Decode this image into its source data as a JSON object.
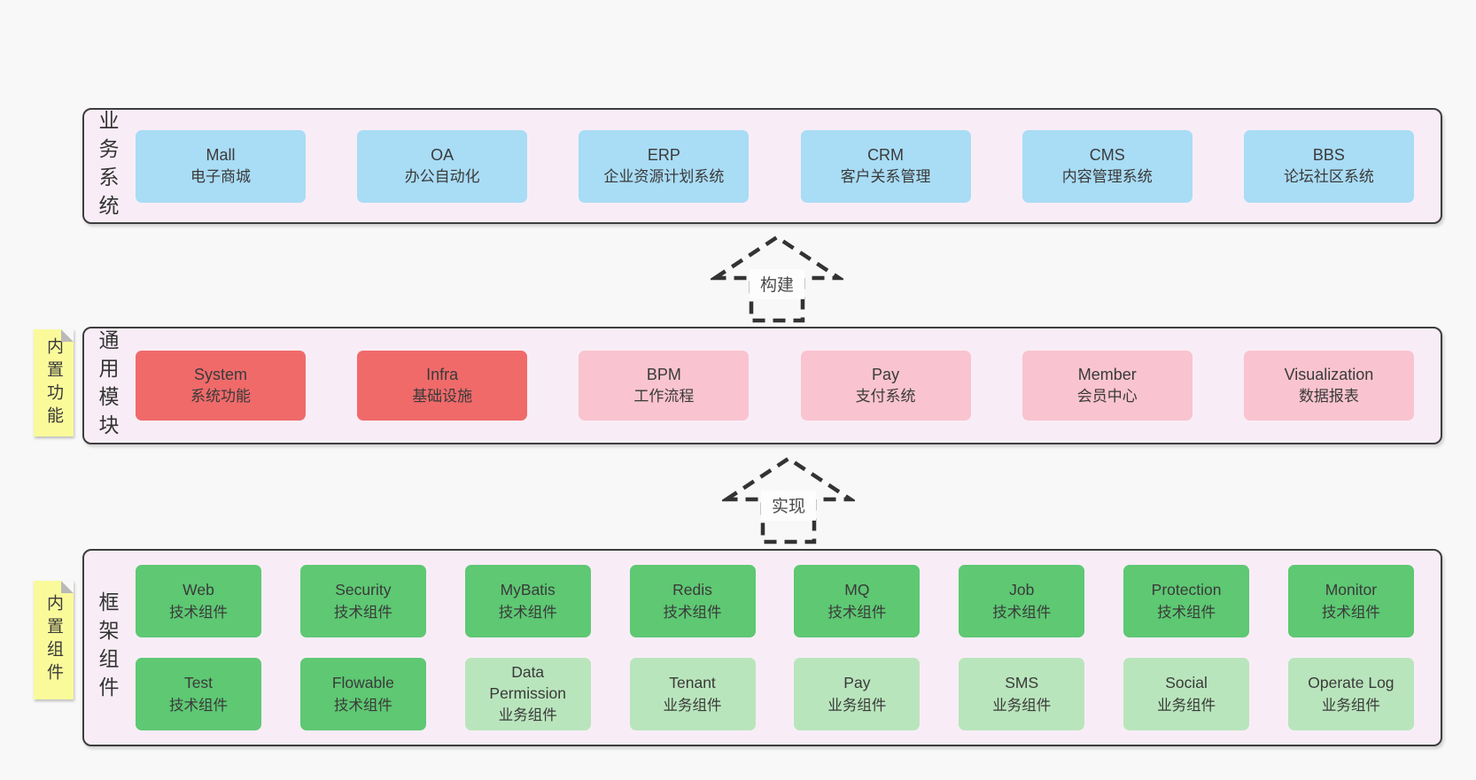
{
  "bands": {
    "business": {
      "label": "业务系统",
      "boxes": [
        {
          "name": "Mall",
          "desc": "电子商城"
        },
        {
          "name": "OA",
          "desc": "办公自动化"
        },
        {
          "name": "ERP",
          "desc": "企业资源计划系统"
        },
        {
          "name": "CRM",
          "desc": "客户关系管理"
        },
        {
          "name": "CMS",
          "desc": "内容管理系统"
        },
        {
          "name": "BBS",
          "desc": "论坛社区系统"
        }
      ]
    },
    "modules": {
      "label": "通用模块",
      "note": "内置功能",
      "boxes": [
        {
          "name": "System",
          "desc": "系统功能"
        },
        {
          "name": "Infra",
          "desc": "基础设施"
        },
        {
          "name": "BPM",
          "desc": "工作流程"
        },
        {
          "name": "Pay",
          "desc": "支付系统"
        },
        {
          "name": "Member",
          "desc": "会员中心"
        },
        {
          "name": "Visualization",
          "desc": "数据报表"
        }
      ]
    },
    "framework": {
      "label": "框架组件",
      "note": "内置组件",
      "row1": [
        {
          "name": "Web",
          "desc": "技术组件"
        },
        {
          "name": "Security",
          "desc": "技术组件"
        },
        {
          "name": "MyBatis",
          "desc": "技术组件"
        },
        {
          "name": "Redis",
          "desc": "技术组件"
        },
        {
          "name": "MQ",
          "desc": "技术组件"
        },
        {
          "name": "Job",
          "desc": "技术组件"
        },
        {
          "name": "Protection",
          "desc": "技术组件"
        },
        {
          "name": "Monitor",
          "desc": "技术组件"
        }
      ],
      "row2": [
        {
          "name": "Test",
          "desc": "技术组件"
        },
        {
          "name": "Flowable",
          "desc": "技术组件"
        },
        {
          "name": "Data Permission",
          "desc": "业务组件"
        },
        {
          "name": "Tenant",
          "desc": "业务组件"
        },
        {
          "name": "Pay",
          "desc": "业务组件"
        },
        {
          "name": "SMS",
          "desc": "业务组件"
        },
        {
          "name": "Social",
          "desc": "业务组件"
        },
        {
          "name": "Operate Log",
          "desc": "业务组件"
        }
      ]
    }
  },
  "arrows": {
    "build": {
      "label": "构建"
    },
    "implement": {
      "label": "实现"
    }
  },
  "colors": {
    "page_bg": "#f8f8f8",
    "band_bg": "#f8edf6",
    "band_border": "#3d3d3d",
    "blue": "#a9dcf5",
    "red": "#f06a6a",
    "pink": "#f9c4cf",
    "green": "#5ec873",
    "light_green": "#b9e5bc",
    "note_yellow": "#fafa9b",
    "text": "#3a3a3a"
  }
}
